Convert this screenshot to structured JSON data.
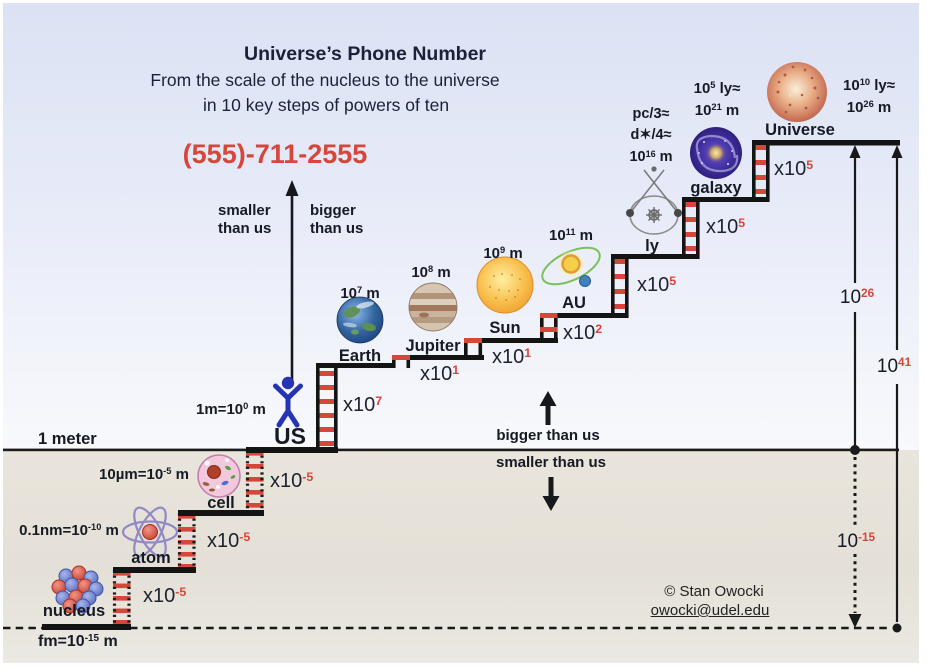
{
  "header": {
    "title": "Universe’s Phone Number",
    "subtitle1": "From the scale of the nucleus to the universe",
    "subtitle2": "in 10 key steps of powers of ten",
    "phone": "(555)-711-2555"
  },
  "scale_arrow": {
    "smaller": "smaller\nthan us",
    "bigger": "bigger\nthan us"
  },
  "meter_divide": {
    "left": "1 meter",
    "above": "bigger than us",
    "below": "smaller than us"
  },
  "objects": {
    "nucleus": {
      "label": "nucleus",
      "size_pre": "fm=10",
      "size_exp": "-15",
      "size_post": " m"
    },
    "atom": {
      "label": "atom",
      "size_pre": "0.1nm=10",
      "size_exp": "-10",
      "size_post": " m"
    },
    "cell": {
      "label": "cell",
      "size_pre": "10µm=10",
      "size_exp": "-5",
      "size_post": " m"
    },
    "us": {
      "label": "US",
      "size_pre": "1m=10",
      "size_exp": "0",
      "size_post": " m"
    },
    "earth": {
      "label": "Earth",
      "size_pre": "10",
      "size_exp": "7",
      "size_post": " m"
    },
    "jupiter": {
      "label": "Jupiter",
      "size_pre": "10",
      "size_exp": "8",
      "size_post": " m"
    },
    "sun": {
      "label": "Sun",
      "size_pre": "10",
      "size_exp": "9",
      "size_post": " m"
    },
    "au": {
      "label": "AU",
      "size_pre": "10",
      "size_exp": "11",
      "size_post": " m"
    },
    "ly": {
      "label": "ly",
      "row1": "pc/3≈",
      "row2": "d✶/4≈",
      "row3_pre": "10",
      "row3_exp": "16",
      "row3_post": " m"
    },
    "galaxy": {
      "label": "galaxy",
      "row1_pre": "10",
      "row1_exp": "5",
      "row1_post": " ly≈",
      "row2_pre": "10",
      "row2_exp": "21",
      "row2_post": " m"
    },
    "universe": {
      "label": "Universe",
      "row1_pre": "10",
      "row1_exp": "10",
      "row1_post": " ly≈",
      "row2_pre": "10",
      "row2_exp": "26",
      "row2_post": " m"
    }
  },
  "steps": {
    "nucleus_atom": {
      "base": "x10",
      "exp": "-5"
    },
    "atom_cell": {
      "base": "x10",
      "exp": "-5"
    },
    "cell_us": {
      "base": "x10",
      "exp": "-5"
    },
    "us_earth": {
      "base": "x10",
      "exp": "7"
    },
    "earth_jupiter": {
      "base": "x10",
      "exp": "1"
    },
    "jupiter_sun": {
      "base": "x10",
      "exp": "1"
    },
    "sun_au": {
      "base": "x10",
      "exp": "2"
    },
    "au_ly": {
      "base": "x10",
      "exp": "5"
    },
    "ly_galaxy": {
      "base": "x10",
      "exp": "5"
    },
    "galaxy_universe": {
      "base": "x10",
      "exp": "5"
    }
  },
  "measures": {
    "bigger_span": {
      "base": "10",
      "exp": "26"
    },
    "total_span": {
      "base": "10",
      "exp": "41"
    },
    "smaller_span": {
      "base": "10",
      "exp": "-15"
    }
  },
  "credit": {
    "name": "© Stan Owocki",
    "email": "owocki@udel.edu"
  },
  "colors": {
    "accent_red": "#d7463a",
    "ink": "#151a23",
    "sky": "#dce2f4",
    "ground": "#e7e3da"
  }
}
